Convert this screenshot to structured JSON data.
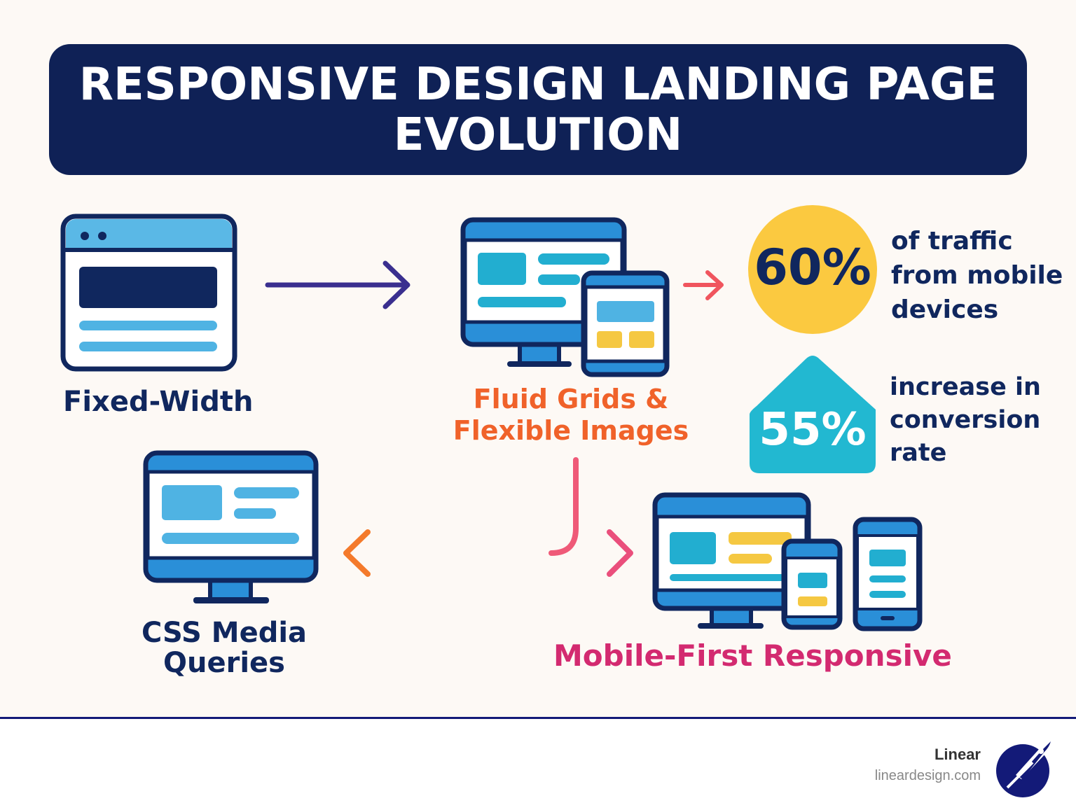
{
  "title": {
    "line1": "RESPONSIVE DESIGN LANDING PAGE",
    "line2": "EVOLUTION"
  },
  "stages": {
    "fixed_width": "Fixed-Width",
    "fluid_line1": "Fluid Grids &",
    "fluid_line2": "Flexible Images",
    "css_line1": "CSS Media",
    "css_line2": "Queries",
    "mobile_first": "Mobile-First Responsive"
  },
  "stats": [
    {
      "value": "60%",
      "lines": [
        "of traffic",
        "from mobile",
        "devices"
      ]
    },
    {
      "value": "55%",
      "lines": [
        "increase in",
        "conversion",
        "rate"
      ]
    }
  ],
  "footer": {
    "brand": "Linear",
    "url": "lineardesign.com"
  },
  "colors": {
    "navy": "#0f2156",
    "orange": "#f0622a",
    "pink": "#d32a70",
    "yellow": "#fbc940",
    "teal": "#22b8d1",
    "light_blue": "#5ab8e6",
    "blue": "#2a8fd8"
  }
}
